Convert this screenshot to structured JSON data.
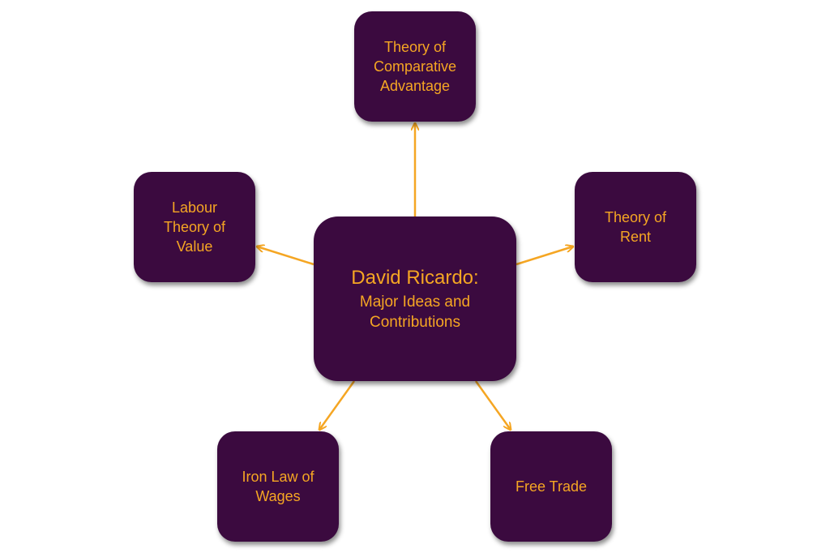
{
  "diagram": {
    "center": {
      "title": "David Ricardo:",
      "subtitle": "Major Ideas and\nContributions"
    },
    "nodes": {
      "top": "Theory of\nComparative\nAdvantage",
      "left": "Labour\nTheory of\nValue",
      "right": "Theory of\nRent",
      "bottom_left": "Iron Law of\nWages",
      "bottom_right": "Free Trade"
    }
  },
  "colors": {
    "box_fill": "#3b0a3f",
    "text": "#f5a623",
    "connector": "#f5a623"
  }
}
